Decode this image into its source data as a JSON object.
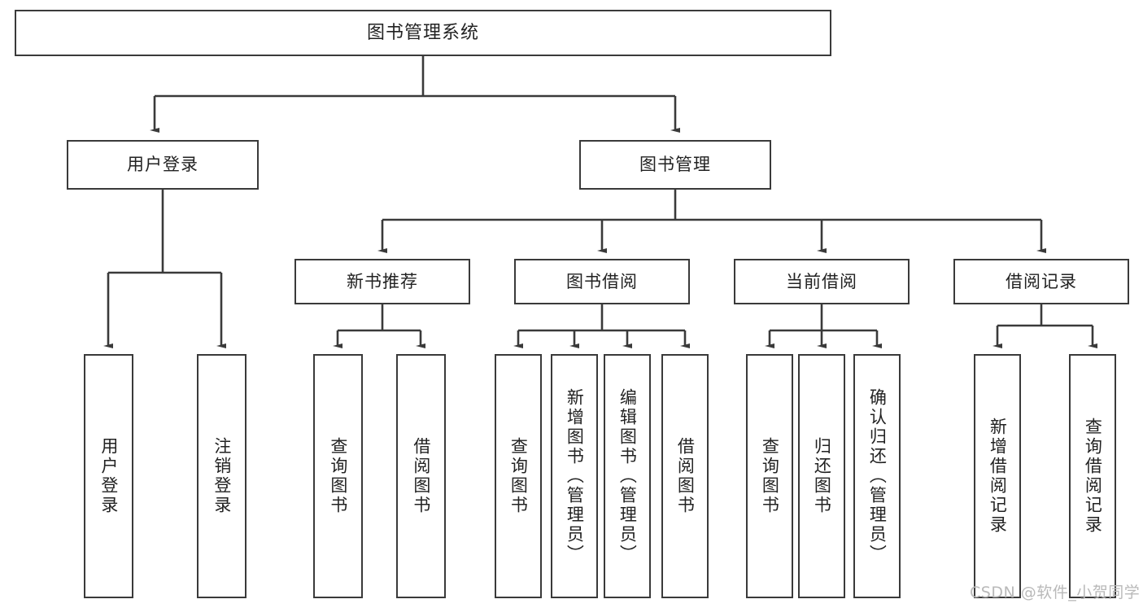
{
  "diagram": {
    "type": "tree",
    "title": "图书管理系统",
    "watermark": "CSDN @软件_小贺同学",
    "colors": {
      "stroke": "#3a3a3a",
      "fill": "#ffffff",
      "text": "#222222",
      "watermark": "#b9b9b9"
    },
    "root": {
      "label": "图书管理系统"
    },
    "level1": [
      {
        "label": "用户登录"
      },
      {
        "label": "图书管理"
      }
    ],
    "level2": [
      {
        "label": "新书推荐",
        "parent": "图书管理"
      },
      {
        "label": "图书借阅",
        "parent": "图书管理"
      },
      {
        "label": "当前借阅",
        "parent": "图书管理"
      },
      {
        "label": "借阅记录",
        "parent": "图书管理"
      }
    ],
    "leaves": {
      "用户登录": [
        {
          "label": "用户登录"
        },
        {
          "label": "注销登录"
        }
      ],
      "新书推荐": [
        {
          "label": "查询图书"
        },
        {
          "label": "借阅图书"
        }
      ],
      "图书借阅": [
        {
          "label": "查询图书"
        },
        {
          "label": "新增图书（管理员）"
        },
        {
          "label": "编辑图书（管理员）"
        },
        {
          "label": "借阅图书"
        }
      ],
      "当前借阅": [
        {
          "label": "查询图书"
        },
        {
          "label": "归还图书"
        },
        {
          "label": "确认归还（管理员）"
        }
      ],
      "借阅记录": [
        {
          "label": "新增借阅记录"
        },
        {
          "label": "查询借阅记录"
        }
      ]
    }
  }
}
